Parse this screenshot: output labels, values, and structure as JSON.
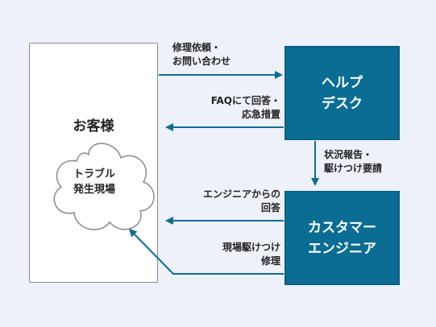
{
  "customer": {
    "label": "お客様"
  },
  "trouble_site": {
    "line1": "トラブル",
    "line2": "発生現場"
  },
  "helpdesk": {
    "line1": "ヘルプ",
    "line2": "デスク"
  },
  "engineer": {
    "line1": "カスタマー",
    "line2": "エンジニア"
  },
  "labels": {
    "request_line1": "修理依頼・",
    "request_line2": "お問い合わせ",
    "faq_line1": "FAQにて回答・",
    "faq_line2": "応急措置",
    "report_line1": "状況報告・",
    "report_line2": "駆けつけ要請",
    "eng_answer_line1": "エンジニアからの",
    "eng_answer_line2": "回答",
    "onsite_line1": "現場駆けつけ",
    "onsite_line2": "修理"
  },
  "colors": {
    "box": "#0b6d93",
    "arrow": "#0b6d93",
    "background": "#eef1f9"
  }
}
